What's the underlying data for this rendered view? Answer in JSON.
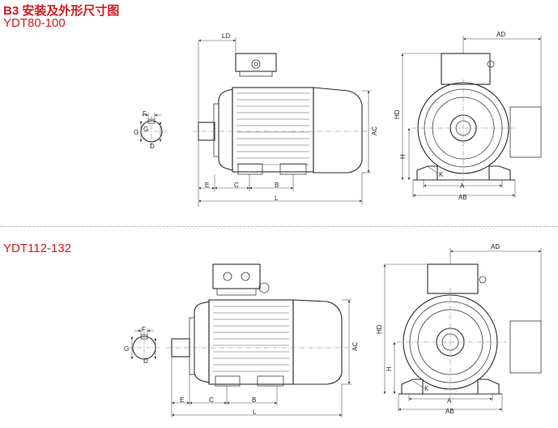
{
  "header": {
    "title": "B3 安装及外形尺寸图",
    "model_small": "YDT80-100",
    "model_large": "YDT112-132"
  },
  "labels": {
    "ld": "LD",
    "ad": "AD",
    "ac": "AC",
    "hd": "HD",
    "h": "H",
    "e": "E",
    "c": "C",
    "b": "B",
    "l": "L",
    "a": "A",
    "ab": "AB",
    "k": "K",
    "f": "F",
    "g": "G",
    "d": "D"
  },
  "colors": {
    "title": "#d7191f",
    "line": "#3a3a3a"
  }
}
